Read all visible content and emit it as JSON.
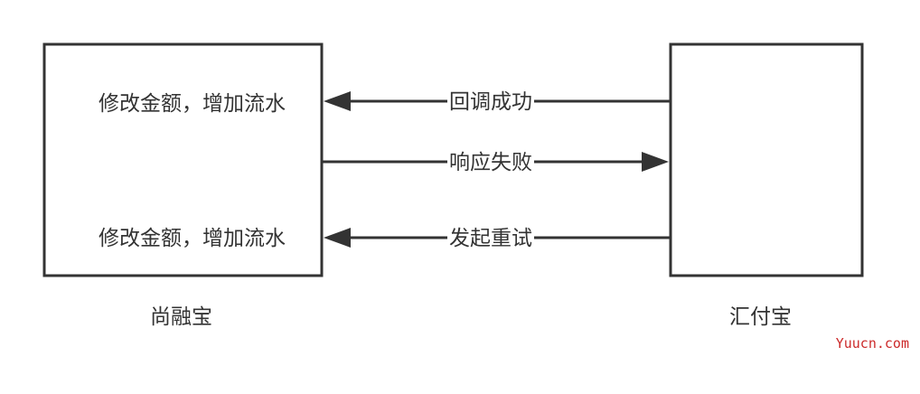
{
  "colors": {
    "stroke": "#333333",
    "text": "#333333",
    "watermark": "#cc2a2a"
  },
  "nodes": {
    "left_box": {
      "name": "尚融宝",
      "line1": "修改金额，增加流水",
      "line2": "修改金额，增加流水"
    },
    "right_box": {
      "name": "汇付宝"
    }
  },
  "edges": [
    {
      "label": "回调成功",
      "from": "汇付宝",
      "to": "尚融宝"
    },
    {
      "label": "响应失败",
      "from": "尚融宝",
      "to": "汇付宝"
    },
    {
      "label": "发起重试",
      "from": "汇付宝",
      "to": "尚融宝"
    }
  ],
  "watermark": "Yuucn.com"
}
